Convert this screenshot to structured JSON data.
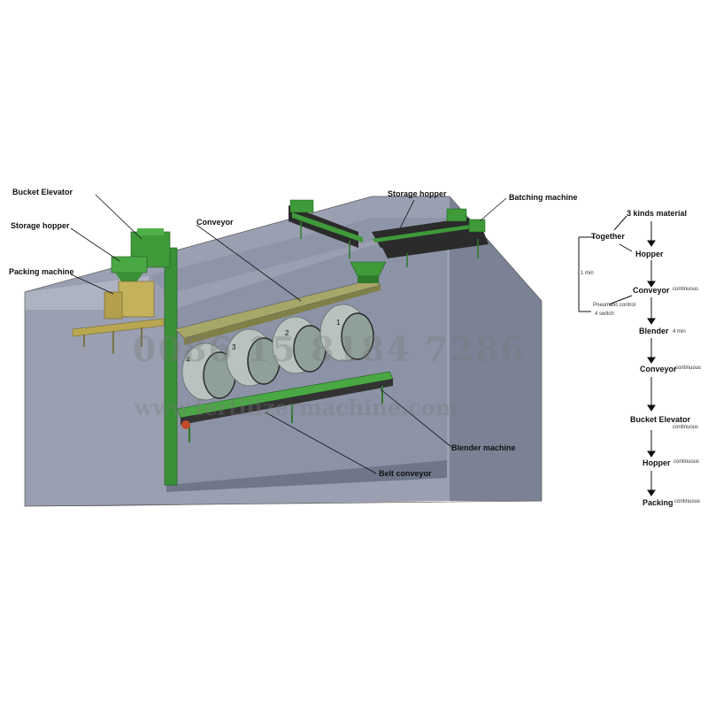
{
  "labels": {
    "bucket_elevator": "Bucket Elevator",
    "storage_hopper_left": "Storage hopper",
    "packing_machine": "Packing machine",
    "conveyor": "Conveyor",
    "storage_hopper_top": "Storage hopper",
    "batching_machine": "Batching machine",
    "blender_machine": "Blender machine",
    "belt_conveyor": "Belt conveyor"
  },
  "blender_numbers": [
    "4",
    "3",
    "2",
    "1"
  ],
  "watermark": {
    "phone": "0086 15 8184 7286",
    "site": "www.fertilizermachine.com"
  },
  "flow": {
    "material": "3 kinds material",
    "together": "Together",
    "hopper1": "Hopper",
    "one_min": "1 min",
    "conveyor1": "Conveyor",
    "conveyor1_note": "continuous",
    "pneumatic_note": "Pneumatic control",
    "switch_note": "4 switch",
    "blender": "Blender",
    "blender_note": "4 min",
    "conveyor2": "Conveyor",
    "conveyor2_note": "continuous",
    "elevator": "Bucket Elevator",
    "elevator_note": "continuous",
    "hopper2": "Hopper",
    "hopper2_note": "continuous",
    "packing": "Packing",
    "packing_note": "continuous"
  },
  "colors": {
    "machine_green": "#3f9a3a",
    "pit_gray": "#8c93a6",
    "drum_gray": "#b9c2bf",
    "conveyor_olive": "#a8a76a"
  }
}
